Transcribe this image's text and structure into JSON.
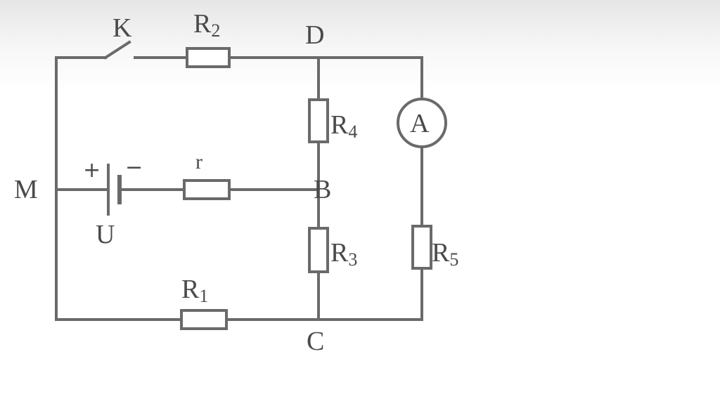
{
  "nodes": {
    "M": "M",
    "D": "D",
    "B": "B",
    "C": "C"
  },
  "switch": {
    "label": "K"
  },
  "battery": {
    "label": "U",
    "plus": "+",
    "minus": "−"
  },
  "resistors": {
    "r1": {
      "base": "R",
      "sub": "1"
    },
    "r2": {
      "base": "R",
      "sub": "2"
    },
    "r3": {
      "base": "R",
      "sub": "3"
    },
    "r4": {
      "base": "R",
      "sub": "4"
    },
    "r5": {
      "base": "R",
      "sub": "5"
    },
    "internal": {
      "label": "r"
    }
  },
  "ammeter": {
    "label": "A"
  },
  "colors": {
    "wire": "#6a6a6a",
    "text": "#4a4a4a"
  }
}
